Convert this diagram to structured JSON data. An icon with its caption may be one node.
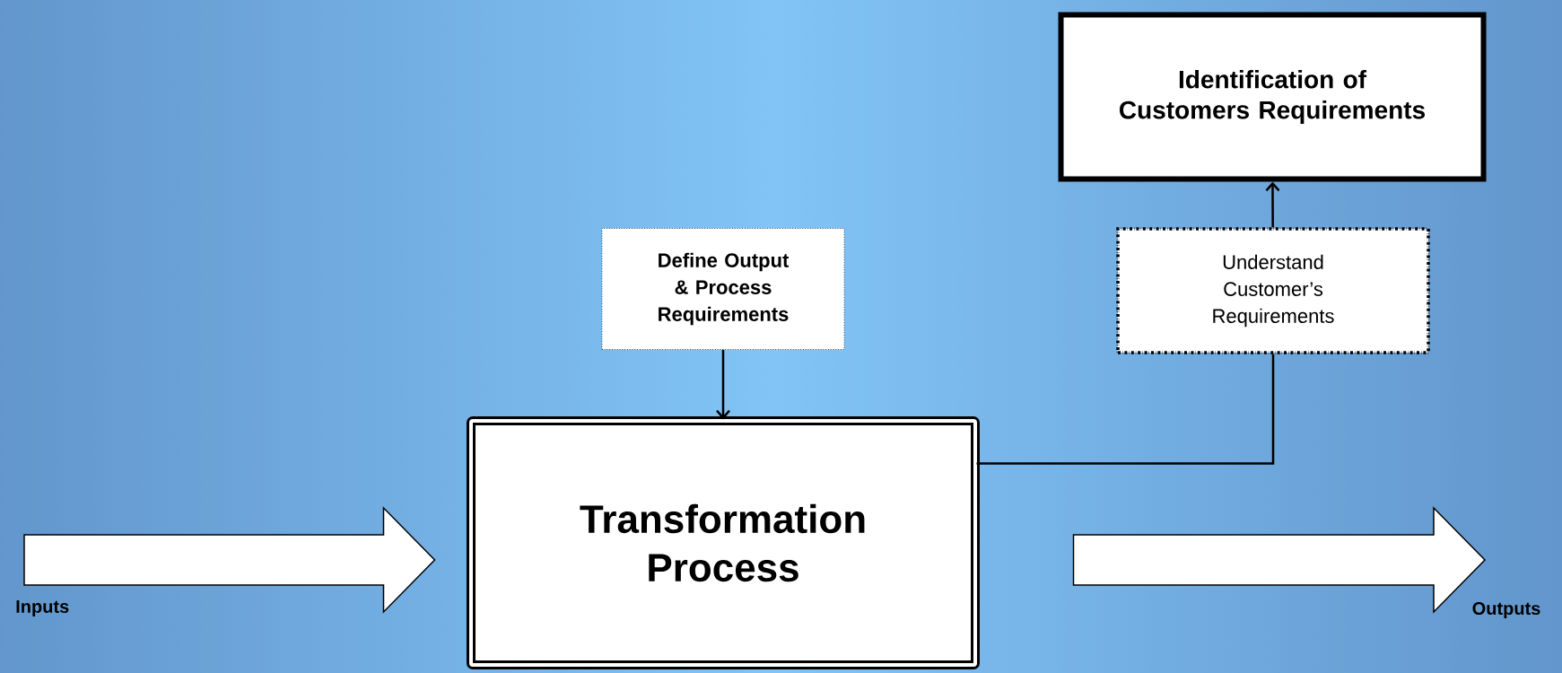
{
  "diagram": {
    "nodes": [
      {
        "text": [
          "Identification of Customers Requirements"
        ]
      },
      {
        "text": [
          "Define Output & Process Requirements"
        ]
      },
      {
        "text": [
          "Understand Customer’s Requirements"
        ]
      },
      {
        "text": [
          "Transformation Process"
        ]
      },
      {
        "text": [
          "Inputs"
        ]
      },
      {
        "text": [
          "Outputs"
        ]
      }
    ],
    "edges": [
      {
        "from": 1,
        "to": 3,
        "arrow": "to"
      },
      {
        "from": 3,
        "to": 2,
        "arrow": "none"
      },
      {
        "from": 2,
        "to": 0,
        "arrow": "to"
      },
      {
        "from": 4,
        "to": 3,
        "arrow": "to",
        "style": "thick"
      },
      {
        "from": 3,
        "to": 5,
        "arrow": "to",
        "style": "thick"
      }
    ]
  }
}
